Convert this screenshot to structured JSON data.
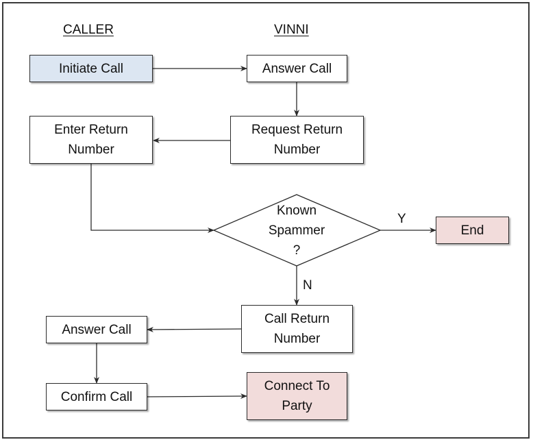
{
  "lanes": {
    "caller": "CALLER",
    "vinni": "VINNI"
  },
  "nodes": {
    "initiate_call": "Initiate Call",
    "answer_call_vinni": "Answer Call",
    "request_return_number": "Request Return Number",
    "enter_return_number": "Enter Return Number",
    "known_spammer_line1": "Known",
    "known_spammer_line2": "Spammer",
    "known_spammer_line3": "?",
    "end": "End",
    "call_return_number": "Call Return Number",
    "answer_call_caller": "Answer Call",
    "confirm_call": "Confirm Call",
    "connect_to_party": "Connect To Party"
  },
  "edge_labels": {
    "yes": "Y",
    "no": "N"
  },
  "colors": {
    "initiate": "#dce6f2",
    "terminal": "#f2dcdb",
    "line": "#2b2b2b"
  }
}
